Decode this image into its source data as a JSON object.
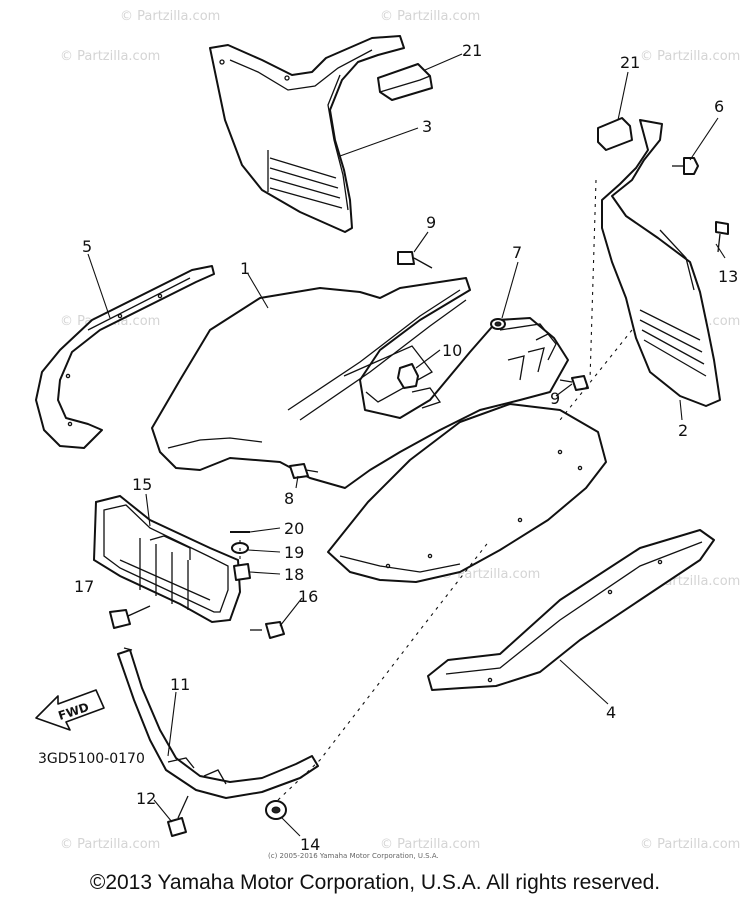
{
  "watermark": "© Partzilla.com",
  "diagram_code": "3GD5100-0170",
  "fwd_label": "FWD",
  "small_copyright": "(c) 2005-2016 Yamaha Motor Corporation, U.S.A.",
  "copyright": "©2013 Yamaha Motor Corporation, U.S.A. All rights reserved.",
  "callouts": {
    "c1": "1",
    "c2": "2",
    "c3": "3",
    "c4": "4",
    "c5": "5",
    "c6": "6",
    "c7": "7",
    "c8": "8",
    "c9a": "9",
    "c9b": "9",
    "c10": "10",
    "c11": "11",
    "c12": "12",
    "c13": "13",
    "c14": "14",
    "c15": "15",
    "c16": "16",
    "c17": "17",
    "c18": "18",
    "c19": "19",
    "c20": "20",
    "c21a": "21",
    "c21b": "21"
  }
}
